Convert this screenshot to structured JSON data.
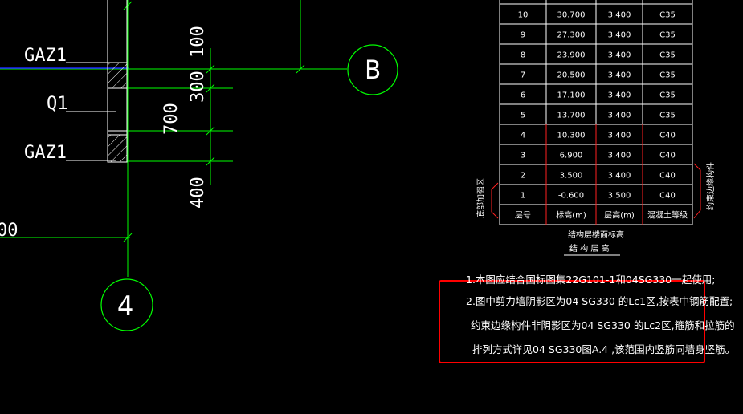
{
  "labels": {
    "gaz_top": "GAZ1",
    "q1": "Q1",
    "gaz_bottom": "GAZ1",
    "axis_b": "B",
    "axis_4": "4",
    "dim_100": "100",
    "dim_300": "300",
    "dim_700": "700",
    "dim_400": "400",
    "partial_00": "00"
  },
  "table": {
    "rows": [
      {
        "floor": "10",
        "elev": "30.700",
        "height": "3.400",
        "grade": "C35"
      },
      {
        "floor": "9",
        "elev": "27.300",
        "height": "3.400",
        "grade": "C35"
      },
      {
        "floor": "8",
        "elev": "23.900",
        "height": "3.400",
        "grade": "C35"
      },
      {
        "floor": "7",
        "elev": "20.500",
        "height": "3.400",
        "grade": "C35"
      },
      {
        "floor": "6",
        "elev": "17.100",
        "height": "3.400",
        "grade": "C35"
      },
      {
        "floor": "5",
        "elev": "13.700",
        "height": "3.400",
        "grade": "C35"
      },
      {
        "floor": "4",
        "elev": "10.300",
        "height": "3.400",
        "grade": "C40"
      },
      {
        "floor": "3",
        "elev": "6.900",
        "height": "3.400",
        "grade": "C40"
      },
      {
        "floor": "2",
        "elev": "3.500",
        "height": "3.400",
        "grade": "C40"
      },
      {
        "floor": "1",
        "elev": "-0.600",
        "height": "3.500",
        "grade": "C40"
      }
    ],
    "header": {
      "floor": "层号",
      "elev": "标高(m)",
      "height": "层高(m)",
      "grade": "混凝土等级"
    },
    "left_side_label": "底部加强区",
    "right_side_label": "约束边缘构件",
    "title_line1": "结构层楼面标高",
    "title_line2": "结 构 层 高"
  },
  "notes": [
    "1.本图应结合国标图集22G101-1和04SG330一起使用;",
    "2.图中剪力墙阴影区为04 SG330 的Lc1区,按表中钢筋配置;",
    "约束边缘构件非阴影区为04 SG330 的Lc2区,箍筋和拉筋的",
    "排列方式详见04 SG330图A.4 ,该范围内竖筋同墙身竖筋。"
  ],
  "colors": {
    "background": "#000000",
    "line_green": "#00ff00",
    "line_blue": "#2020ff",
    "line_white": "#ffffff",
    "line_red": "#ff2020",
    "highlight_box": "#ff0000"
  }
}
